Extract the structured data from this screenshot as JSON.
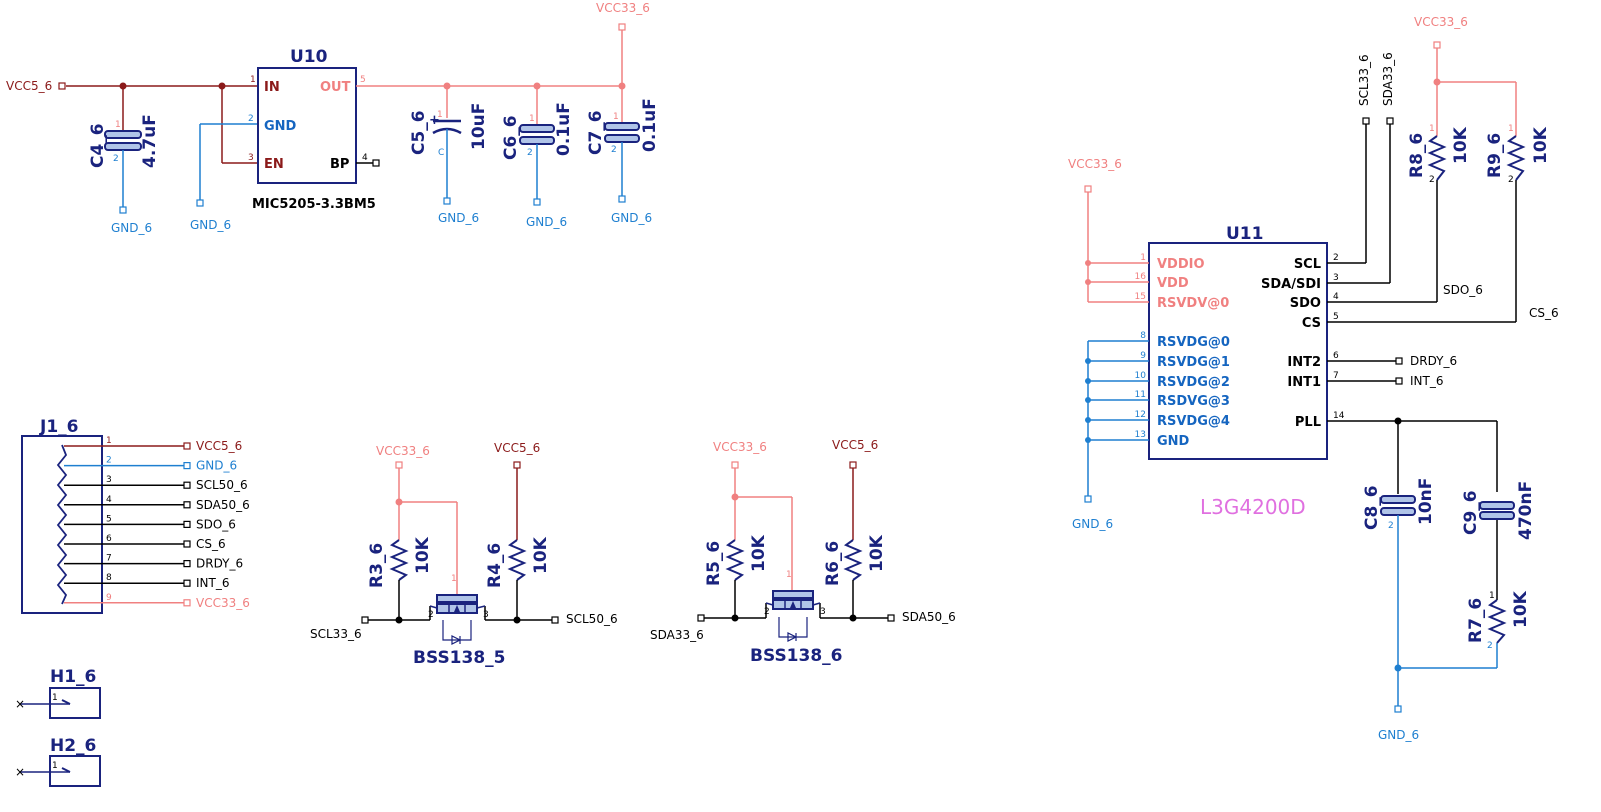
{
  "colors": {
    "vcc33": "#f08080",
    "vcc5": "#8b1a1a",
    "gnd": "#1e7fd0",
    "signal": "#000000",
    "component": "#1a237e",
    "part_label": "#e070e0"
  },
  "nets": {
    "vcc5": "VCC5_6",
    "vcc33": "VCC33_6",
    "gnd": "GND_6",
    "scl33": "SCL33_6",
    "sda33": "SDA33_6",
    "scl50": "SCL50_6",
    "sda50": "SDA50_6",
    "sdo": "SDO_6",
    "cs": "CS_6",
    "drdy": "DRDY_6",
    "int": "INT_6",
    "vcc5_short": "VCC5_6"
  },
  "regulator": {
    "ref": "U10",
    "part": "MIC5205-3.3BM5",
    "pins": [
      {
        "name": "IN",
        "num": "1"
      },
      {
        "name": "GND",
        "num": "2"
      },
      {
        "name": "EN",
        "num": "3"
      },
      {
        "name": "OUT",
        "num": "5"
      },
      {
        "name": "BP",
        "num": "4"
      }
    ]
  },
  "capacitors": {
    "c4": {
      "ref": "C4_6",
      "value": "4.7uF"
    },
    "c5": {
      "ref": "C5_6",
      "value": "10uF"
    },
    "c6": {
      "ref": "C6_6",
      "value": "0.1uF"
    },
    "c7": {
      "ref": "C7_6",
      "value": "0.1uF"
    },
    "c8": {
      "ref": "C8_6",
      "value": "10nF"
    },
    "c9": {
      "ref": "C9_6",
      "value": "470nF"
    }
  },
  "resistors": {
    "r3": {
      "ref": "R3_6",
      "value": "10K"
    },
    "r4": {
      "ref": "R4_6",
      "value": "10K"
    },
    "r5": {
      "ref": "R5_6",
      "value": "10K"
    },
    "r6": {
      "ref": "R6_6",
      "value": "10K"
    },
    "r7": {
      "ref": "R7_6",
      "value": "10K"
    },
    "r8": {
      "ref": "R8_6",
      "value": "10K"
    },
    "r9": {
      "ref": "R9_6",
      "value": "10K"
    }
  },
  "mosfets": {
    "q1": "BSS138_5",
    "q2": "BSS138_6"
  },
  "connector": {
    "ref": "J1_6",
    "pins": [
      {
        "num": "1",
        "net": "VCC5_6"
      },
      {
        "num": "2",
        "net": "GND_6"
      },
      {
        "num": "3",
        "net": "SCL50_6"
      },
      {
        "num": "4",
        "net": "SDA50_6"
      },
      {
        "num": "5",
        "net": "SDO_6"
      },
      {
        "num": "6",
        "net": "CS_6"
      },
      {
        "num": "7",
        "net": "DRDY_6"
      },
      {
        "num": "8",
        "net": "INT_6"
      },
      {
        "num": "9",
        "net": "VCC33_6"
      }
    ]
  },
  "holes": {
    "h1": {
      "ref": "H1_6",
      "pin": "1"
    },
    "h2": {
      "ref": "H2_6",
      "pin": "1"
    }
  },
  "gyro": {
    "ref": "U11",
    "part": "L3G4200D",
    "left_pins": [
      {
        "name": "VDDIO",
        "num": "1"
      },
      {
        "name": "VDD",
        "num": "16"
      },
      {
        "name": "RSVDV@0",
        "num": "15"
      },
      {
        "name": "RSVDG@0",
        "num": "8"
      },
      {
        "name": "RSVDG@1",
        "num": "9"
      },
      {
        "name": "RSVDG@2",
        "num": "10"
      },
      {
        "name": "RSDVG@3",
        "num": "11"
      },
      {
        "name": "RSVDG@4",
        "num": "12"
      },
      {
        "name": "GND",
        "num": "13"
      }
    ],
    "right_pins": [
      {
        "name": "SCL",
        "num": "2"
      },
      {
        "name": "SDA/SDI",
        "num": "3"
      },
      {
        "name": "SDO",
        "num": "4"
      },
      {
        "name": "CS",
        "num": "5"
      },
      {
        "name": "INT2",
        "num": "6"
      },
      {
        "name": "INT1",
        "num": "7"
      },
      {
        "name": "PLL",
        "num": "14"
      }
    ]
  },
  "pin_nums": {
    "one": "1",
    "two": "2",
    "three": "3",
    "c_mark": "C"
  }
}
